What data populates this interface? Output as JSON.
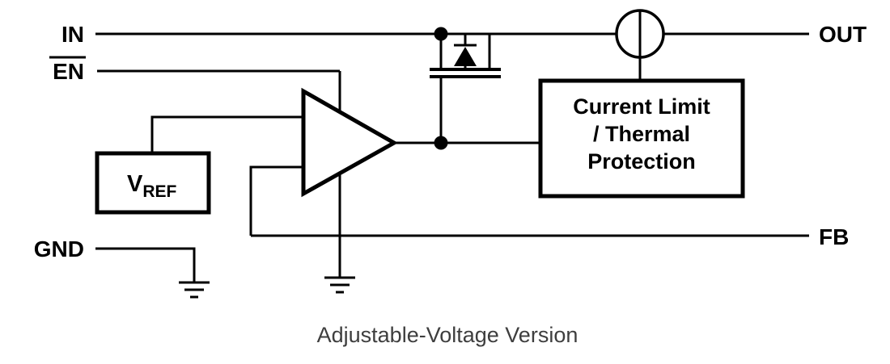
{
  "diagram": {
    "caption": "Adjustable-Voltage Version",
    "pins": {
      "in": "IN",
      "en": "EN",
      "gnd": "GND",
      "out": "OUT",
      "fb": "FB"
    },
    "vref": {
      "main": "V",
      "sub": "REF"
    },
    "protection_block": {
      "line1": "Current Limit",
      "line2": "/ Thermal",
      "line3": "Protection"
    },
    "colors": {
      "stroke": "#000000",
      "caption": "#3e3e3e",
      "background": "#ffffff"
    }
  }
}
